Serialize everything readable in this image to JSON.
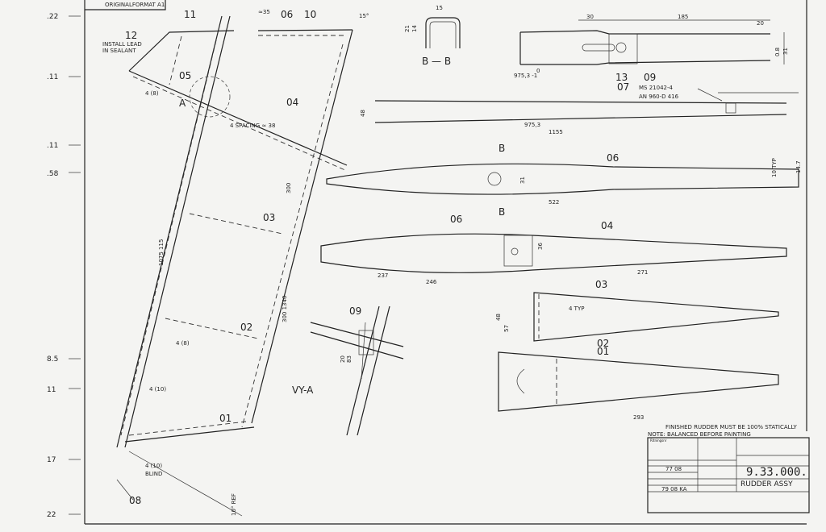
{
  "header": {
    "format_label": "ORIGINALFORMAT A1"
  },
  "margin_marks": [
    ".22",
    ".11",
    ".11",
    ".58",
    "8.5",
    "11",
    "17",
    "22"
  ],
  "main_view": {
    "labels": [
      "11",
      "12",
      "06",
      "10",
      "05",
      "04",
      "03",
      "02",
      "01",
      "08",
      "A"
    ],
    "notes": [
      "INSTALL LEAD",
      "IN SEALANT",
      "4 (8)",
      "4 SPACING ≈ 38",
      "4 (8)",
      "4 (10)",
      "4 (10)",
      "BLIND",
      "1075 115",
      "300",
      "300 1340",
      "≈35",
      "15°",
      "VY-A",
      "10° REF"
    ]
  },
  "section_bb": {
    "title": "B — B",
    "dims": [
      "15",
      "21",
      "14"
    ]
  },
  "spar_view": {
    "labels": [
      "13",
      "09",
      "07"
    ],
    "notes": [
      "MS 21042-4",
      "AN 960-D 416"
    ],
    "dims": [
      "30",
      "185",
      "20",
      "0.8",
      "31",
      "975,3 -1",
      "0",
      "975,3",
      "1155",
      "48"
    ]
  },
  "rib_views": {
    "labels": [
      "06",
      "06",
      "04",
      "03",
      "02",
      "01",
      "09",
      "B",
      "B"
    ],
    "dims": [
      "522",
      "31",
      "10 TYP",
      "14.7",
      "237",
      "246",
      "271",
      "36",
      "4 TYP",
      "48",
      "57",
      "293",
      "20",
      "83"
    ]
  },
  "title_block": {
    "note_line1": "FINISHED RUDDER MUST BE 100% STATICALLY",
    "note_line2": "NOTE: BALANCED BEFORE PAINTING",
    "drawing_number": "9.33.000.",
    "title": "RUDDER ASSY",
    "date": "77 08",
    "signature_date": "79 08 KA"
  }
}
